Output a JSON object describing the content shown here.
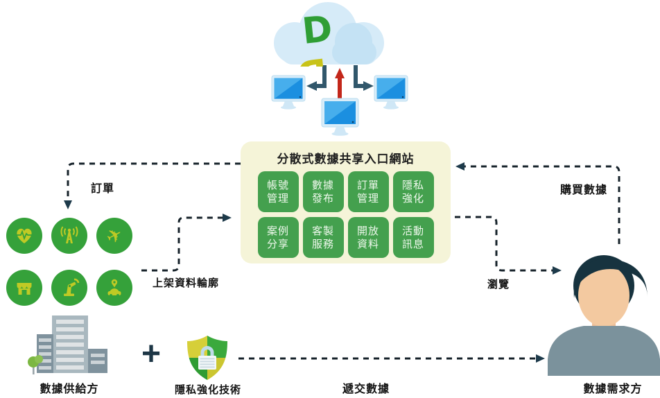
{
  "portal": {
    "title": "分散式數據共享入口網站",
    "tiles": [
      {
        "line1": "帳號",
        "line2": "管理"
      },
      {
        "line1": "數據",
        "line2": "發布"
      },
      {
        "line1": "訂單",
        "line2": "管理"
      },
      {
        "line1": "隱私",
        "line2": "強化"
      },
      {
        "line1": "案例",
        "line2": "分享"
      },
      {
        "line1": "客製",
        "line2": "服務"
      },
      {
        "line1": "開放",
        "line2": "資料"
      },
      {
        "line1": "活動",
        "line2": "訊息"
      }
    ]
  },
  "labels": {
    "order": "訂單",
    "listing": "上架資料輪廓",
    "purchase": "購買數據",
    "browse": "瀏覽",
    "submit": "遞交數據",
    "provider": "數據供給方",
    "privacy": "隱私強化技術",
    "consumer": "數據需求方"
  },
  "misc": {
    "plus": "+"
  },
  "icons": {
    "cloud": "cloud-platform-icon",
    "logo": "green-yellow-dd-logo",
    "monitors": [
      "computer-monitor-icon",
      "computer-monitor-icon",
      "computer-monitor-icon"
    ],
    "sectors": [
      "health-heart-pulse-icon",
      "telecom-antenna-icon",
      "aviation-plane-icon",
      "retail-store-icon",
      "manufacturing-robot-arm-icon",
      "transport-car-location-icon"
    ],
    "plane_glyph": "✈",
    "building": "office-buildings-icon",
    "shield": "privacy-shield-lock-icon",
    "person": "user-avatar-icon"
  },
  "colors": {
    "portal_bg": "#f5f4d8",
    "tile_green": "#44a04e",
    "sector_green": "#35a13a",
    "icon_yellow": "#c0ca25",
    "dashed_line": "#16222a",
    "arrowhead_dark": "#1d3a4a",
    "steel_arrow": "#31576b",
    "red_arrow": "#c3271a",
    "cloud_blue": "#d6ebf8",
    "screen_blue": "#1b8fe0",
    "logo_green": "#2f9e35",
    "logo_yellow": "#c8c319",
    "building_gray": "#a9b8bf",
    "hair_navy": "#17333f",
    "skin": "#f3c9a0",
    "body_gray": "#7b929c"
  }
}
